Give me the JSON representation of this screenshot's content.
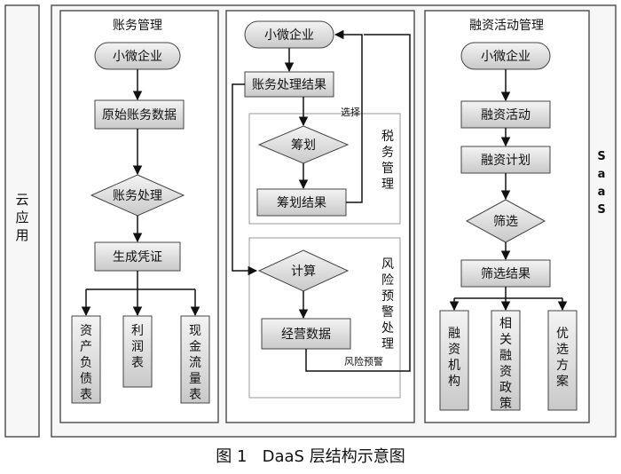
{
  "cloud_label": "云应用",
  "saas_label": "SaaS",
  "caption": "图 1   DaaS 层结构示意图",
  "panels": {
    "accounting": {
      "title": "账务管理",
      "start": "小微企业",
      "raw_data": "原始账务数据",
      "process": "账务处理",
      "voucher": "生成凭证",
      "reports": [
        "资产负债表",
        "利润表",
        "现金流量表"
      ]
    },
    "tax": {
      "start": "小微企业",
      "result": "账务处理结果",
      "select_label": "选择",
      "plan": "筹划",
      "plan_result": "筹划结果",
      "tax_group_label": "税务管理",
      "calc": "计算",
      "biz_data": "经营数据",
      "risk_group_label": "风险预警处理",
      "risk_warning": "风险预警"
    },
    "financing": {
      "title": "融资活动管理",
      "start": "小微企业",
      "activity": "融资活动",
      "plan": "融资计划",
      "filter": "筛选",
      "filter_result": "筛选结果",
      "outputs": [
        "融资机构",
        "相关融资政策",
        "优选方案"
      ]
    }
  }
}
